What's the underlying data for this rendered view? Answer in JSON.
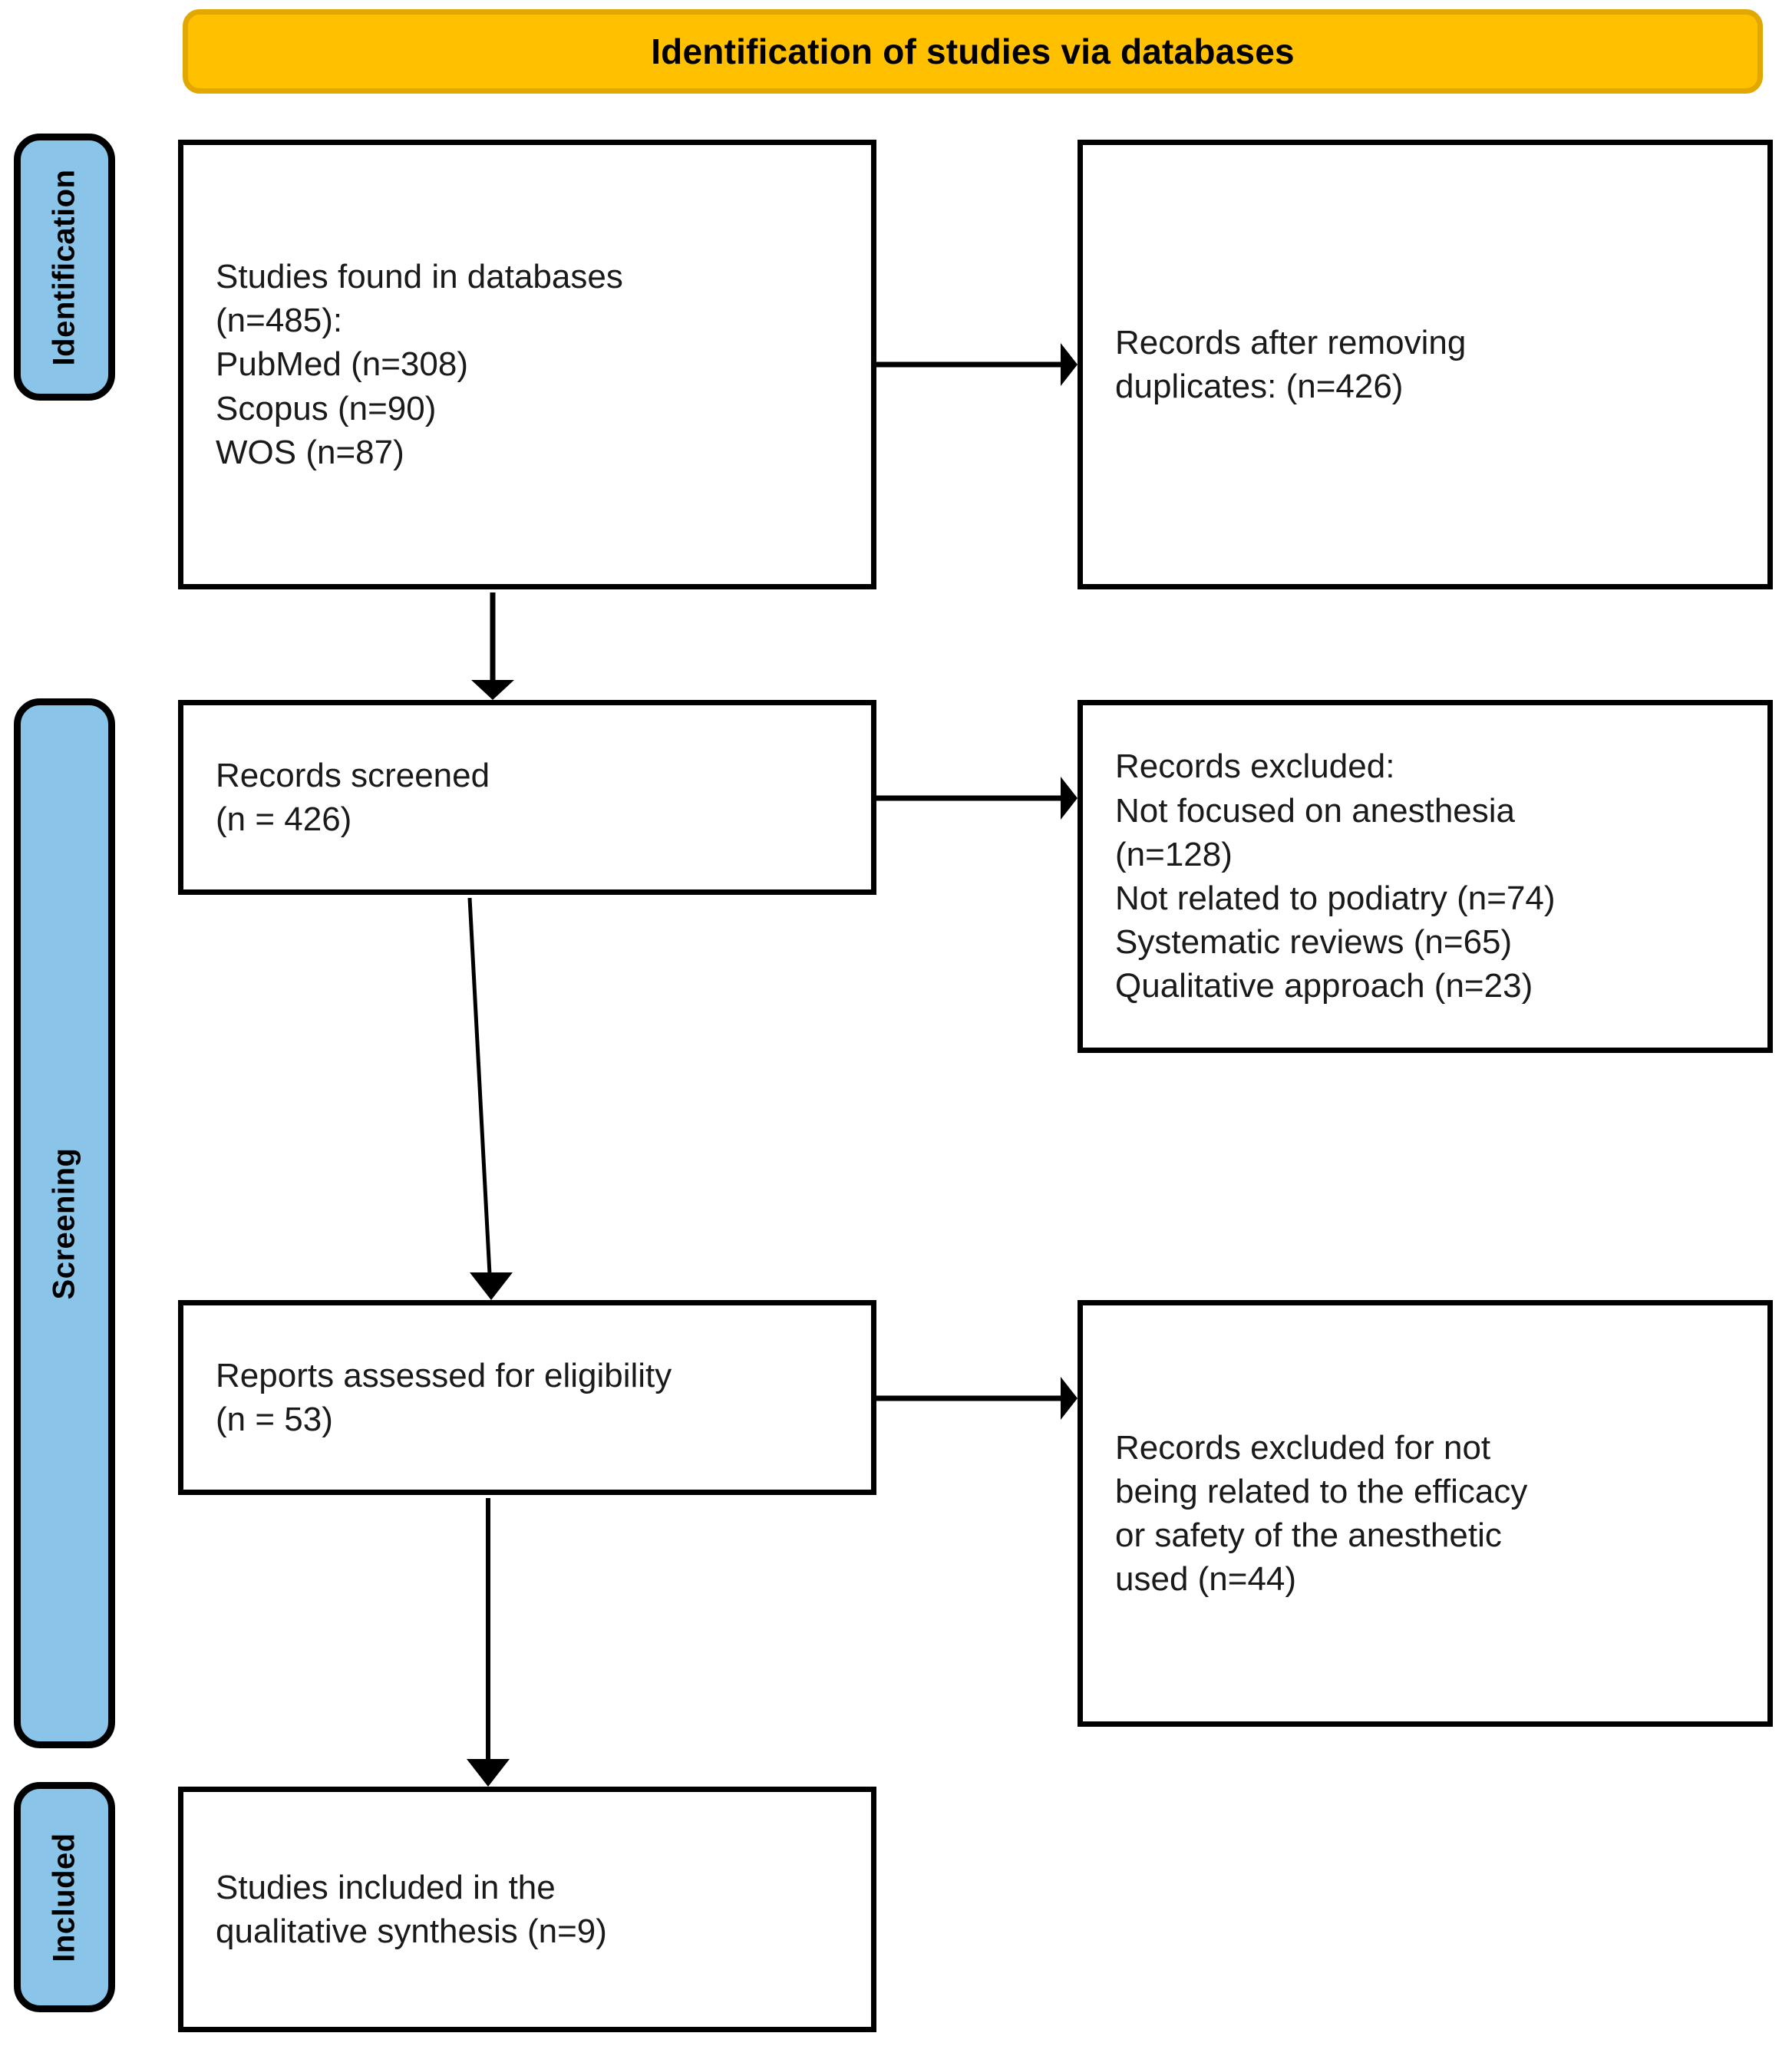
{
  "banner": {
    "title": "Identification of studies via databases",
    "color": "#FFC000"
  },
  "stages": {
    "accent_color": "#8AC4E8",
    "items": [
      {
        "id": "identification",
        "label": "Identification"
      },
      {
        "id": "screening",
        "label": "Screening"
      },
      {
        "id": "included",
        "label": "Included"
      }
    ]
  },
  "nodes": {
    "studies_found": {
      "text": "Studies found in databases\n(n=485):\nPubMed (n=308)\nScopus (n=90)\nWOS (n=87)"
    },
    "after_duplicates": {
      "text": "Records after removing\nduplicates: (n=426)"
    },
    "records_screened": {
      "text": "Records screened\n(n = 426)"
    },
    "records_excluded": {
      "text": "Records excluded:\nNot focused on anesthesia\n(n=128)\nNot related to podiatry (n=74)\nSystematic reviews (n=65)\nQualitative approach (n=23)"
    },
    "reports_assessed": {
      "text": "Reports assessed for eligibility\n(n = 53)"
    },
    "excluded_efficacy": {
      "text": "Records excluded for not\nbeing related to the efficacy\nor safety of the anesthetic\nused (n=44)"
    },
    "studies_included": {
      "text": "Studies included in the\nqualitative synthesis (n=9)"
    }
  },
  "chart_data": {
    "type": "diagram",
    "title": "Identification of studies via databases",
    "diagram_kind": "PRISMA flow diagram",
    "stages": [
      "Identification",
      "Screening",
      "Included"
    ],
    "counts": {
      "records_identified_total": 485,
      "records_identified_pubmed": 308,
      "records_identified_scopus": 90,
      "records_identified_wos": 87,
      "records_after_duplicates": 426,
      "records_screened": 426,
      "records_excluded_not_focused_on_anesthesia": 128,
      "records_excluded_not_related_to_podiatry": 74,
      "records_excluded_systematic_reviews": 65,
      "records_excluded_qualitative_approach": 23,
      "reports_assessed_for_eligibility": 53,
      "reports_excluded_efficacy_or_safety": 44,
      "studies_included_qualitative_synthesis": 9
    },
    "edges": [
      {
        "from": "studies_found",
        "to": "after_duplicates",
        "direction": "right"
      },
      {
        "from": "studies_found",
        "to": "records_screened",
        "direction": "down"
      },
      {
        "from": "records_screened",
        "to": "records_excluded",
        "direction": "right"
      },
      {
        "from": "records_screened",
        "to": "reports_assessed",
        "direction": "down"
      },
      {
        "from": "reports_assessed",
        "to": "excluded_efficacy",
        "direction": "right"
      },
      {
        "from": "reports_assessed",
        "to": "studies_included",
        "direction": "down"
      }
    ]
  }
}
